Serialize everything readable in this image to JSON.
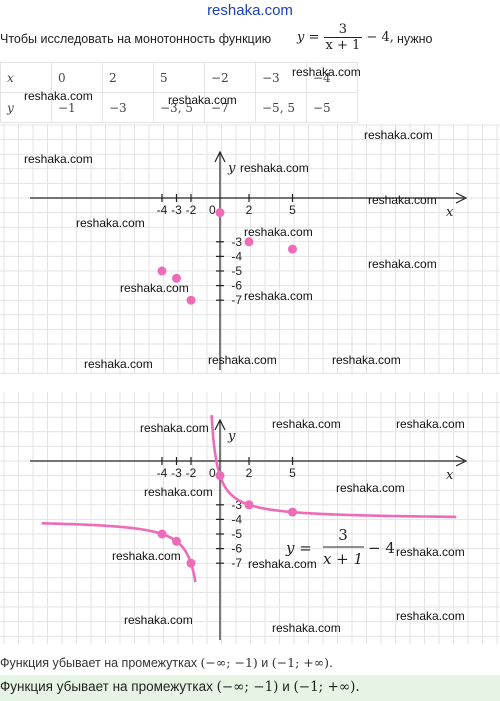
{
  "site": {
    "title": "reshaka.com"
  },
  "intro": {
    "text_before": "Чтобы исследовать на монотонность функцию",
    "formula_left": "y =",
    "formula_num": "3",
    "formula_den": "x + 1",
    "formula_right": "− 4,",
    "text_after": "нужно"
  },
  "table": {
    "x_label": "x",
    "y_label": "y",
    "x_values": [
      "0",
      "2",
      "5",
      "−2",
      "−3",
      "−4"
    ],
    "y_values": [
      "−1",
      "−3",
      "−3, 5",
      "−7",
      "−5, 5",
      "−5"
    ]
  },
  "watermark": "reshaka.com",
  "graph1": {
    "x_axis_label": "x",
    "y_axis_label": "y",
    "x_tick_labels": [
      "-4",
      "-3",
      "-2",
      "0",
      "2",
      "5"
    ],
    "y_tick_labels": [
      "-3",
      "-4",
      "-5",
      "-6",
      "-7"
    ],
    "point_color": "#ee6bb8"
  },
  "graph2": {
    "x_axis_label": "x",
    "y_axis_label": "y",
    "x_tick_labels": [
      "-4",
      "-3",
      "-2",
      "0",
      "2",
      "5"
    ],
    "y_tick_labels": [
      "-3",
      "-4",
      "-5",
      "-6",
      "-7"
    ],
    "curve_color": "#ee6bb8",
    "formula_left": "y =",
    "formula_num": "3",
    "formula_den": "x + 1",
    "formula_right": "− 4"
  },
  "chart_data": [
    {
      "type": "scatter",
      "x": [
        0,
        2,
        5,
        -2,
        -3,
        -4
      ],
      "y": [
        -1,
        -3,
        -3.5,
        -7,
        -5.5,
        -5
      ],
      "xlabel": "x",
      "ylabel": "y"
    },
    {
      "type": "line",
      "function": "y = 3/(x+1) - 4",
      "x": [
        0,
        2,
        5,
        -2,
        -3,
        -4
      ],
      "y": [
        -1,
        -3,
        -3.5,
        -7,
        -5.5,
        -5
      ],
      "xlabel": "x",
      "ylabel": "y"
    }
  ],
  "conclusion": {
    "text": "Функция убывает на промежутках",
    "interval1": "(−∞; −1)",
    "and": "и",
    "interval2": "(−1; +∞).",
    "highlight_text": "Функция убывает на промежутках",
    "highlight_interval1": "(−∞; −1)",
    "highlight_and": "и",
    "highlight_interval2": "(−1; +∞)."
  }
}
